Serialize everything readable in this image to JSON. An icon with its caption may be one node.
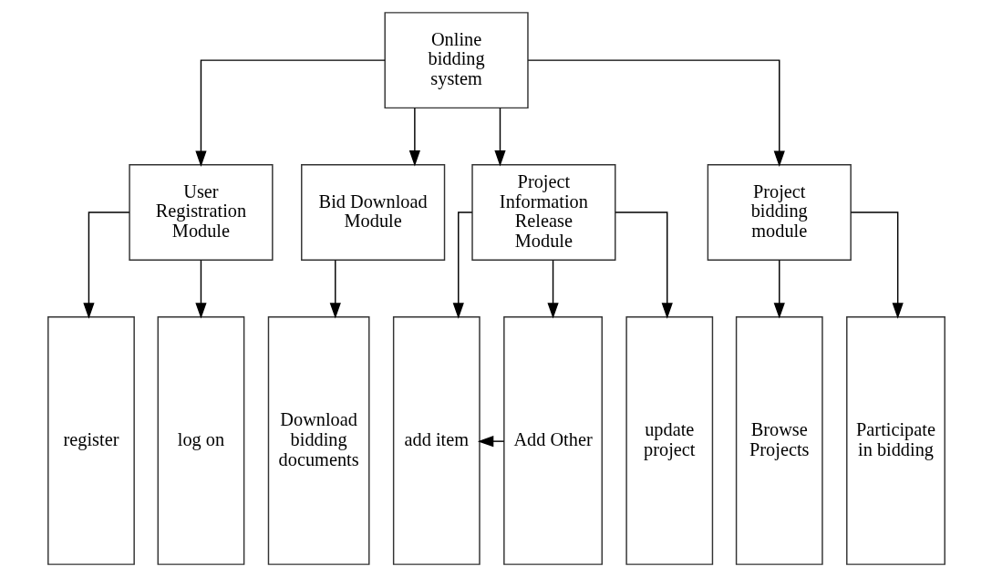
{
  "diagram": {
    "nodes": [
      {
        "text": [
          "Online bidding system"
        ]
      },
      {
        "text": [
          "User Registration Module"
        ]
      },
      {
        "text": [
          "Bid Download Module"
        ]
      },
      {
        "text": [
          "Project Information Release Module"
        ]
      },
      {
        "text": [
          "Project bidding module"
        ]
      },
      {
        "text": [
          "register"
        ]
      },
      {
        "text": [
          "log on"
        ]
      },
      {
        "text": [
          "Download bidding documents"
        ]
      },
      {
        "text": [
          "add item"
        ]
      },
      {
        "text": [
          "Add Other"
        ]
      },
      {
        "text": [
          "update project"
        ]
      },
      {
        "text": [
          "Browse Projects"
        ]
      },
      {
        "text": [
          "Participate in bidding"
        ]
      }
    ],
    "edges": [
      {
        "from": 0,
        "to": 1,
        "arrow": "to"
      },
      {
        "from": 0,
        "to": 2,
        "arrow": "to"
      },
      {
        "from": 0,
        "to": 3,
        "arrow": "to"
      },
      {
        "from": 0,
        "to": 4,
        "arrow": "to"
      },
      {
        "from": 1,
        "to": 5,
        "arrow": "to"
      },
      {
        "from": 1,
        "to": 6,
        "arrow": "to"
      },
      {
        "from": 2,
        "to": 7,
        "arrow": "to"
      },
      {
        "from": 3,
        "to": 8,
        "arrow": "to"
      },
      {
        "from": 3,
        "to": 9,
        "arrow": "to"
      },
      {
        "from": 3,
        "to": 10,
        "arrow": "to"
      },
      {
        "from": 9,
        "to": 8,
        "arrow": "to"
      },
      {
        "from": 4,
        "to": 11,
        "arrow": "to"
      },
      {
        "from": 4,
        "to": 12,
        "arrow": "to"
      }
    ]
  }
}
